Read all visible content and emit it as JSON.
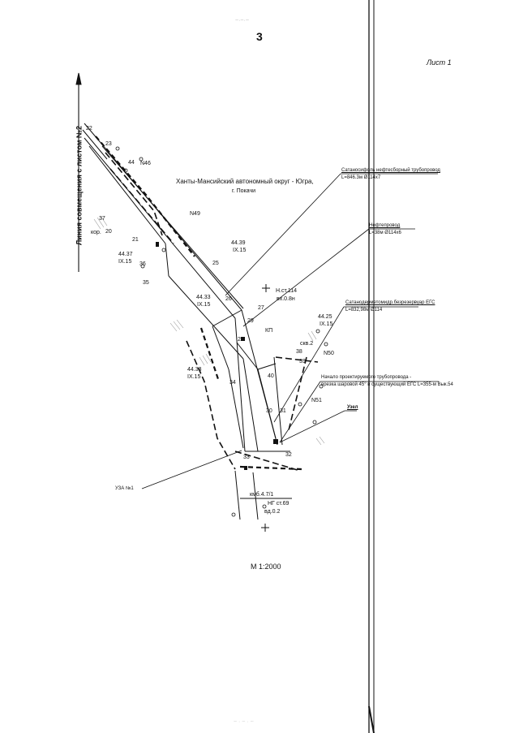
{
  "page_number": "3",
  "sheet_label": "Лист 1",
  "scan_mark_top": "~·~·~",
  "scan_mark_bottom": "~ · ~ · ~",
  "match_line": "Линия совмещения с листом №2",
  "region_title": "Ханты-Мансийский автономный округ - Югра,",
  "city": "г. Покачи",
  "scale": "М 1:2000",
  "callouts": {
    "c1_title": "Сатаносифоль нефтесборный трубопровод",
    "c1_sub": "L=846.3м Ø114x7",
    "c2_title": "Нефтепровод",
    "c2_sub": "L=38м Ø114x6",
    "c3_title": "Сатанодерметомидр.безрезервуар ЕГС",
    "c3_sub": "L=832,98м Ø114",
    "c4_title": "Начало проектируемого трубопровода -",
    "c4_sub": "врезка шаровой 45° в существующий ЕГС L=355-м Вык.54",
    "c5_title": "Узел",
    "c6_title": "УЗА №1"
  },
  "parcels": {
    "p1": "44.39",
    "p1b": "IX.15",
    "p2": "44.37",
    "p2b": "IX.15",
    "p3": "44.33",
    "p3b": "IX.15",
    "p4": "44.25",
    "p4b": "IX.15",
    "p5": "44.33",
    "p5b": "IX.15"
  },
  "well": {
    "line1": "Н.ст.114",
    "line2": "вх.0.8н"
  },
  "nodes": {
    "n22": "22",
    "n23": "23",
    "n26": "26",
    "n27": "27",
    "n25": "25",
    "n28": "28",
    "n29": "29",
    "n30": "30",
    "n31": "31",
    "n32": "32",
    "n33": "33",
    "n34": "34",
    "n35": "35",
    "n36": "36",
    "n37": "37",
    "n38": "38",
    "n39": "39",
    "n40": "40",
    "n20": "20",
    "n21": "21",
    "n44": "44"
  },
  "marks": {
    "m_n46": "N46",
    "m_n49": "N49",
    "m_n50": "N50",
    "m_n51": "N51",
    "m_w": "скв.2",
    "m_kp": "КП",
    "m_bottom1": "кмб.4.7/1",
    "m_bottom2": "вд.0.2",
    "m_bottom3": "НГ ст.69",
    "m_kor": "кор."
  },
  "colors": {
    "line": "#111111",
    "paper": "#ffffff",
    "faint": "#9a9a9a"
  }
}
